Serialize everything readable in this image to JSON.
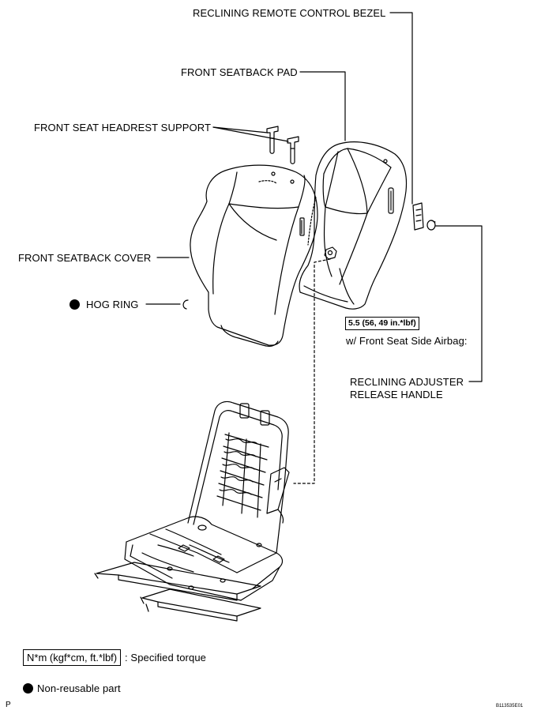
{
  "labels": {
    "reclining_bezel": "RECLINING REMOTE CONTROL BEZEL",
    "seatback_pad": "FRONT SEATBACK PAD",
    "headrest_support": "FRONT SEAT HEADREST SUPPORT",
    "seatback_cover": "FRONT SEATBACK COVER",
    "hog_ring": "HOG RING",
    "airbag_note": "w/ Front Seat Side Airbag:",
    "adjuster_line1": "RECLINING ADJUSTER",
    "adjuster_line2": "RELEASE HANDLE"
  },
  "torque": {
    "value": "5.5 (56, 49 in.*lbf)"
  },
  "legend": {
    "torque_unit": "N*m (kgf*cm, ft.*lbf)",
    "torque_desc": ": Specified torque",
    "nonreusable": "Non-reusable part"
  },
  "footer": {
    "left_mark": "P",
    "figure_id": "B113535E01"
  }
}
